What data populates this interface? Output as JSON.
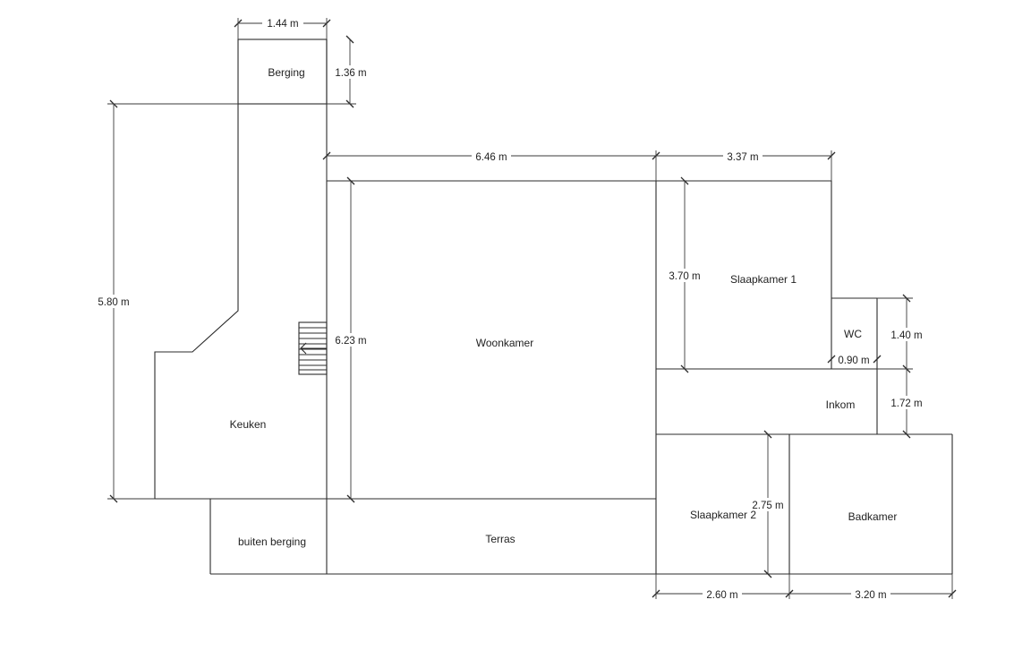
{
  "rooms": {
    "berging": "Berging",
    "keuken": "Keuken",
    "woonkamer": "Woonkamer",
    "slaapkamer1": "Slaapkamer 1",
    "wc": "WC",
    "inkom": "Inkom",
    "slaapkamer2": "Slaapkamer 2",
    "badkamer": "Badkamer",
    "buitenBerging": "buiten berging",
    "terras": "Terras"
  },
  "dimensions": {
    "bergingWidth": "1.44 m",
    "bergingDepth": "1.36 m",
    "keukenDepth": "5.80 m",
    "woonkamerWidth": "6.46 m",
    "slaapkamer1Width": "3.37 m",
    "slaapkamer1Depth": "3.70 m",
    "woonkamerDepth": "6.23 m",
    "wcDepth": "1.40 m",
    "wcWidth": "0.90 m",
    "inkomDepth": "1.72 m",
    "slaapkamer2Depth": "2.75 m",
    "slaapkamer2Width": "2.60 m",
    "badkamerWidth": "3.20 m"
  }
}
